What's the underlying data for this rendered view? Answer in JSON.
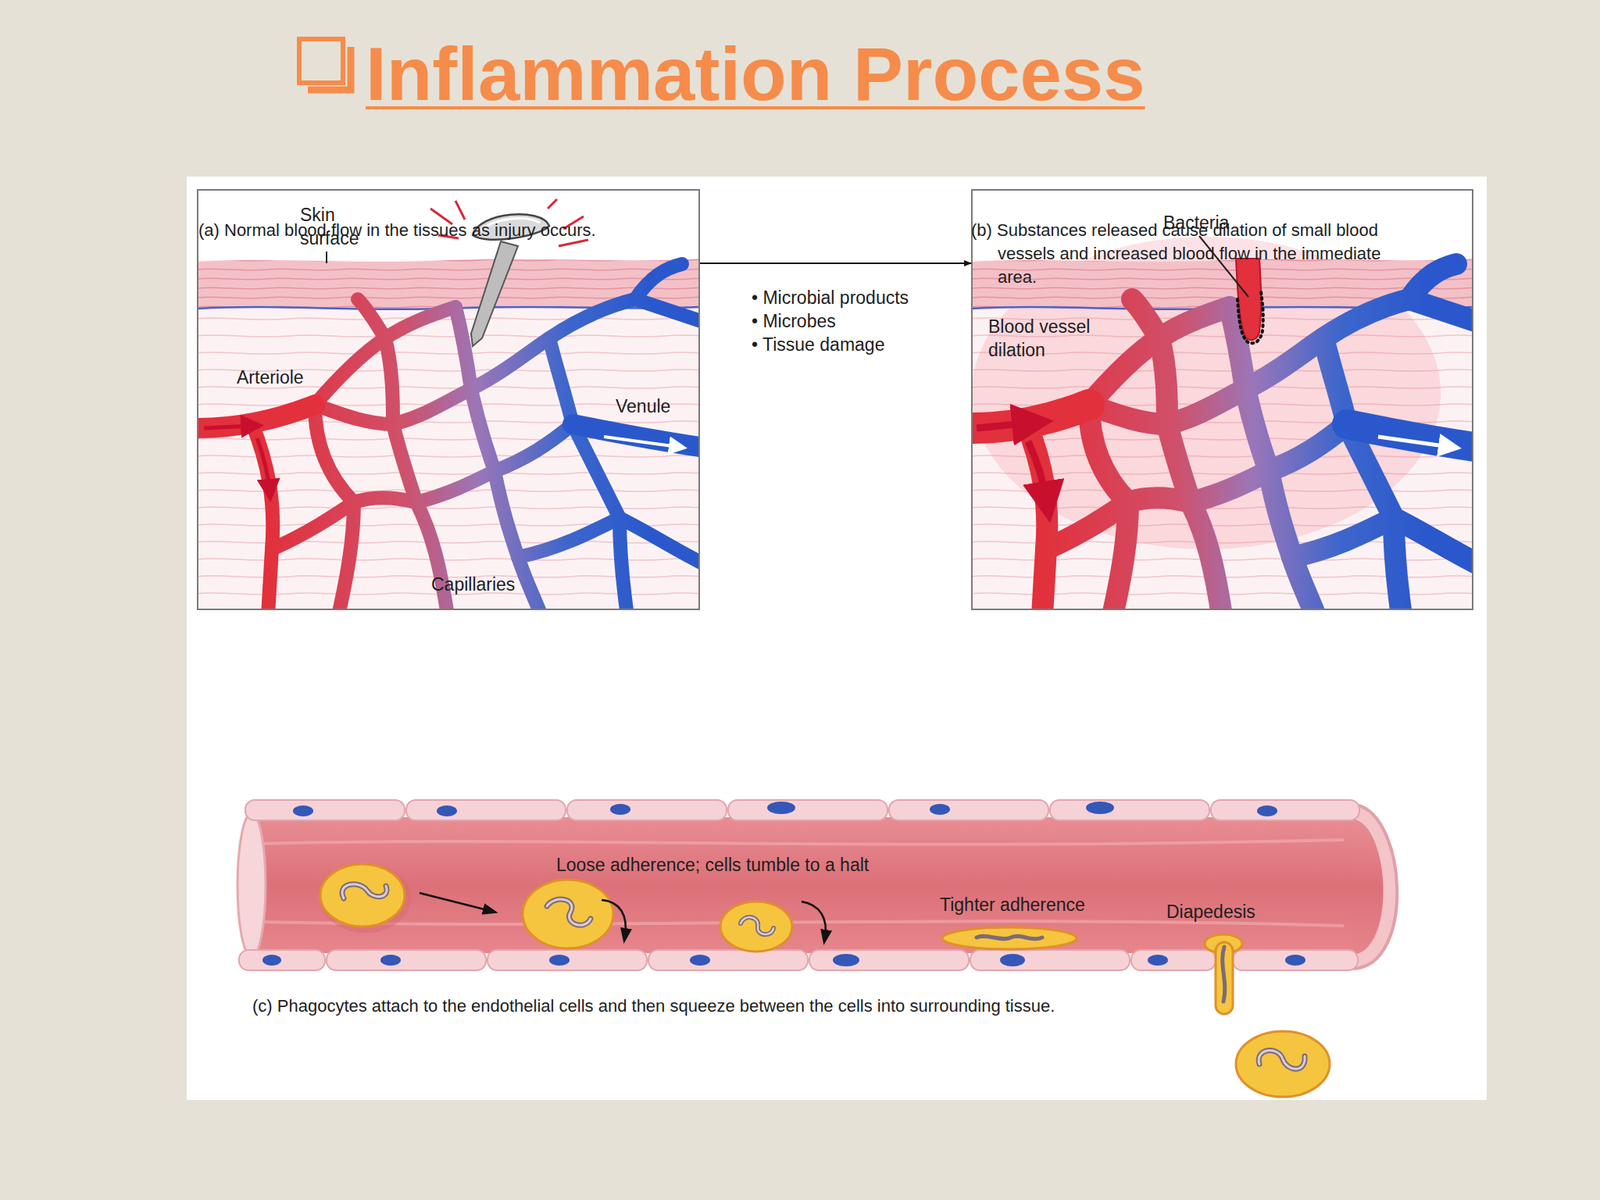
{
  "diagram": {
    "title": "Inflammation Process",
    "nodes": [
      {
        "text": [
          "(a) Normal blood flow in the tissues as injury occurs."
        ]
      },
      {
        "text": [
          "(b) Substances released cause dilation of small blood vessels and increased blood flow in the immediate area."
        ]
      },
      {
        "text": [
          "(c) Phagocytes attach to the endothelial cells and then squeeze between the cells into surrounding tissue."
        ]
      }
    ],
    "edges": [
      {
        "from": 0,
        "to": 1,
        "arrow": "to"
      }
    ],
    "labels": [
      "Skin surface",
      "Arteriole",
      "Venule",
      "Capillaries",
      "• Microbial products",
      "• Microbes",
      "• Tissue damage",
      "Bacteria",
      "Blood vessel dilation",
      "Loose adherence; cells tumble to a halt",
      "Tighter adherence",
      "Diapedesis"
    ]
  }
}
